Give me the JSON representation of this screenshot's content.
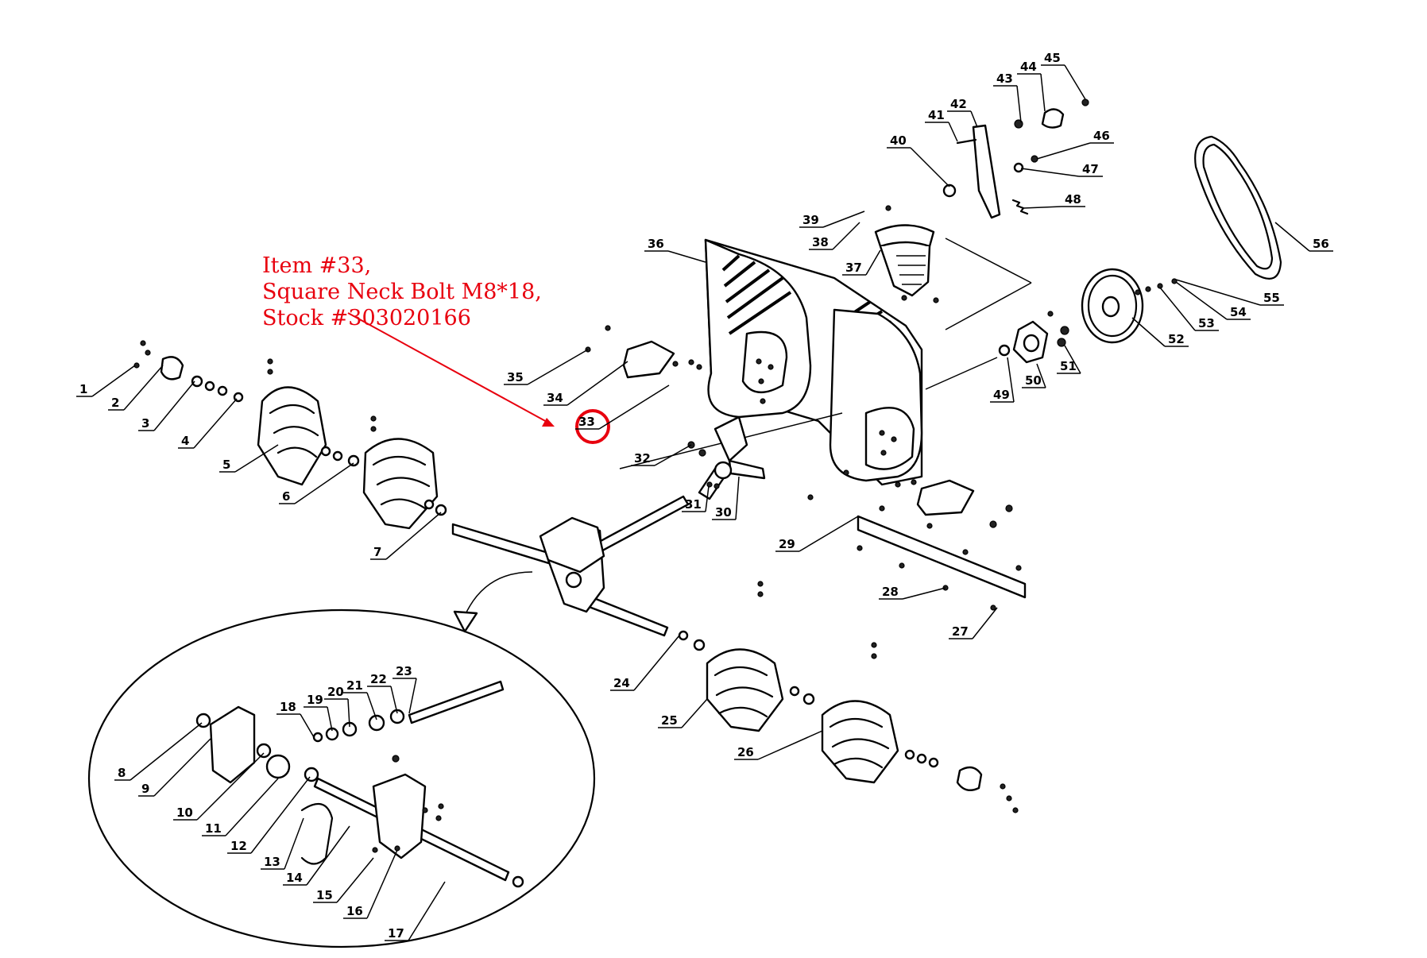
{
  "annotation": {
    "lines": [
      "Item #33,",
      "Square Neck Bolt M8*18,",
      "Stock #303020166"
    ],
    "color": "#e8000e",
    "highlighted_item": "33"
  },
  "callouts": [
    {
      "id": "1",
      "label": "1"
    },
    {
      "id": "2",
      "label": "2"
    },
    {
      "id": "3",
      "label": "3"
    },
    {
      "id": "4",
      "label": "4"
    },
    {
      "id": "5",
      "label": "5"
    },
    {
      "id": "6",
      "label": "6"
    },
    {
      "id": "7",
      "label": "7"
    },
    {
      "id": "8",
      "label": "8"
    },
    {
      "id": "9",
      "label": "9"
    },
    {
      "id": "10",
      "label": "10"
    },
    {
      "id": "11",
      "label": "11"
    },
    {
      "id": "12",
      "label": "12"
    },
    {
      "id": "13",
      "label": "13"
    },
    {
      "id": "14",
      "label": "14"
    },
    {
      "id": "15",
      "label": "15"
    },
    {
      "id": "16",
      "label": "16"
    },
    {
      "id": "17",
      "label": "17"
    },
    {
      "id": "18",
      "label": "18"
    },
    {
      "id": "19",
      "label": "19"
    },
    {
      "id": "20",
      "label": "20"
    },
    {
      "id": "21",
      "label": "21"
    },
    {
      "id": "22",
      "label": "22"
    },
    {
      "id": "23",
      "label": "23"
    },
    {
      "id": "24",
      "label": "24"
    },
    {
      "id": "25",
      "label": "25"
    },
    {
      "id": "26",
      "label": "26"
    },
    {
      "id": "27",
      "label": "27"
    },
    {
      "id": "28",
      "label": "28"
    },
    {
      "id": "29",
      "label": "29"
    },
    {
      "id": "30",
      "label": "30"
    },
    {
      "id": "31",
      "label": "31"
    },
    {
      "id": "32",
      "label": "32"
    },
    {
      "id": "33",
      "label": "33"
    },
    {
      "id": "34",
      "label": "34"
    },
    {
      "id": "35",
      "label": "35"
    },
    {
      "id": "36",
      "label": "36"
    },
    {
      "id": "37",
      "label": "37"
    },
    {
      "id": "38",
      "label": "38"
    },
    {
      "id": "39",
      "label": "39"
    },
    {
      "id": "40",
      "label": "40"
    },
    {
      "id": "41",
      "label": "41"
    },
    {
      "id": "42",
      "label": "42"
    },
    {
      "id": "43",
      "label": "43"
    },
    {
      "id": "44",
      "label": "44"
    },
    {
      "id": "45",
      "label": "45"
    },
    {
      "id": "46",
      "label": "46"
    },
    {
      "id": "47",
      "label": "47"
    },
    {
      "id": "48",
      "label": "48"
    },
    {
      "id": "49",
      "label": "49"
    },
    {
      "id": "50",
      "label": "50"
    },
    {
      "id": "51",
      "label": "51"
    },
    {
      "id": "52",
      "label": "52"
    },
    {
      "id": "53",
      "label": "53"
    },
    {
      "id": "54",
      "label": "54"
    },
    {
      "id": "55",
      "label": "55"
    },
    {
      "id": "56",
      "label": "56"
    }
  ]
}
